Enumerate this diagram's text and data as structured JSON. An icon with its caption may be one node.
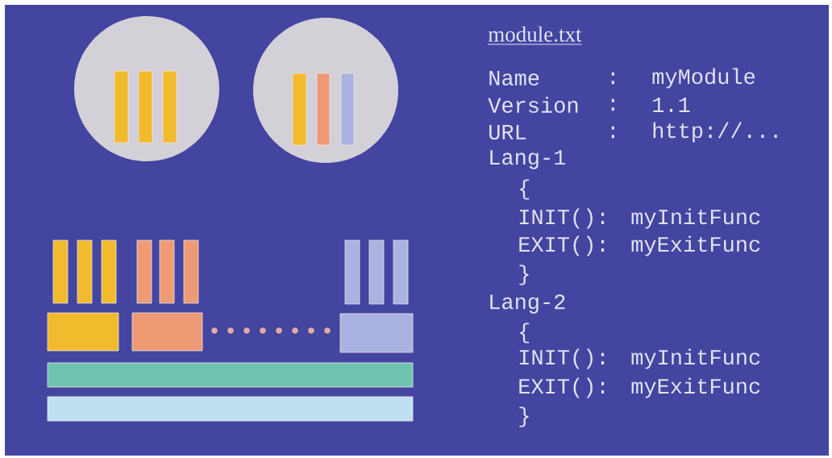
{
  "diagram": {
    "title": "module.txt",
    "labels": [
      "Name",
      ":",
      "myModule",
      "Version",
      ":",
      "1.1",
      "URL",
      ":",
      "http://...",
      "Lang-1",
      "{",
      "INIT():",
      "myInitFunc",
      "EXIT():",
      "myExitFunc",
      "}",
      "Lang-2",
      "{",
      "INIT():",
      "myInitFunc",
      "EXIT():",
      "myExitFunc",
      "}"
    ]
  }
}
